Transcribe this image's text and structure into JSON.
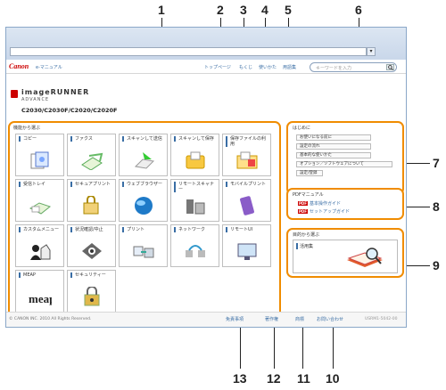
{
  "callouts": [
    "1",
    "2",
    "3",
    "4",
    "5",
    "6",
    "7",
    "8",
    "9",
    "10",
    "11",
    "12",
    "13"
  ],
  "header": {
    "logo": "Canon",
    "emanual": "e-マニュアル",
    "links": [
      "トップページ",
      "もくじ",
      "使いかた",
      "用語集"
    ],
    "search_placeholder": "キーワードを入力",
    "search_button": "ᅟ"
  },
  "product": {
    "name": "imageRUNNER",
    "sub": "ADVANCE",
    "models": "C2030/C2030F/C2020/C2020F"
  },
  "functions": {
    "title": "機能から選ぶ",
    "tiles": [
      {
        "label": "コピー",
        "icon": "copy-icon"
      },
      {
        "label": "ファクス",
        "icon": "fax-icon"
      },
      {
        "label": "スキャンして送信",
        "icon": "scan-send-icon"
      },
      {
        "label": "スキャンして保存",
        "icon": "scan-store-icon"
      },
      {
        "label": "保存ファイルの利用",
        "icon": "stored-files-icon"
      },
      {
        "label": "受信トレイ",
        "icon": "inbox-icon"
      },
      {
        "label": "セキュアプリント",
        "icon": "secure-print-icon"
      },
      {
        "label": "ウェブブラウザー",
        "icon": "web-browser-icon"
      },
      {
        "label": "リモートスキャナー",
        "icon": "remote-scanner-icon"
      },
      {
        "label": "モバイルプリント",
        "icon": "mobile-print-icon"
      },
      {
        "label": "カスタムメニュー",
        "icon": "custom-menu-icon"
      },
      {
        "label": "状況確認/中止",
        "icon": "status-monitor-icon"
      },
      {
        "label": "プリント",
        "icon": "print-icon"
      },
      {
        "label": "ネットワーク",
        "icon": "network-icon"
      },
      {
        "label": "リモートUI",
        "icon": "remote-ui-icon"
      },
      {
        "label": "MEAP",
        "icon": "meap-icon"
      },
      {
        "label": "セキュリティー",
        "icon": "security-icon"
      }
    ]
  },
  "intro": {
    "title": "はじめに",
    "items": [
      "お使いになる前に",
      "設定の流れ",
      "基本的な使いかた",
      "オプション／ソフトウェアについて",
      "設定/登録"
    ]
  },
  "pdf": {
    "title": "PDFマニュアル",
    "badge": "PDF",
    "items": [
      "基本操作ガイド",
      "セットアップガイド"
    ]
  },
  "purpose": {
    "title": "目的から選ぶ",
    "item": "活用集"
  },
  "footer": {
    "copyright": "© CANON INC. 2010 All Rights Reserved.",
    "links": [
      "免責事項",
      "著作権",
      "商標",
      "お問い合わせ"
    ],
    "doc_number": "USRM1-5042-00"
  },
  "colors": {
    "accent": "#f08c00",
    "link": "#3a6ea5",
    "brand": "#cc0000"
  }
}
